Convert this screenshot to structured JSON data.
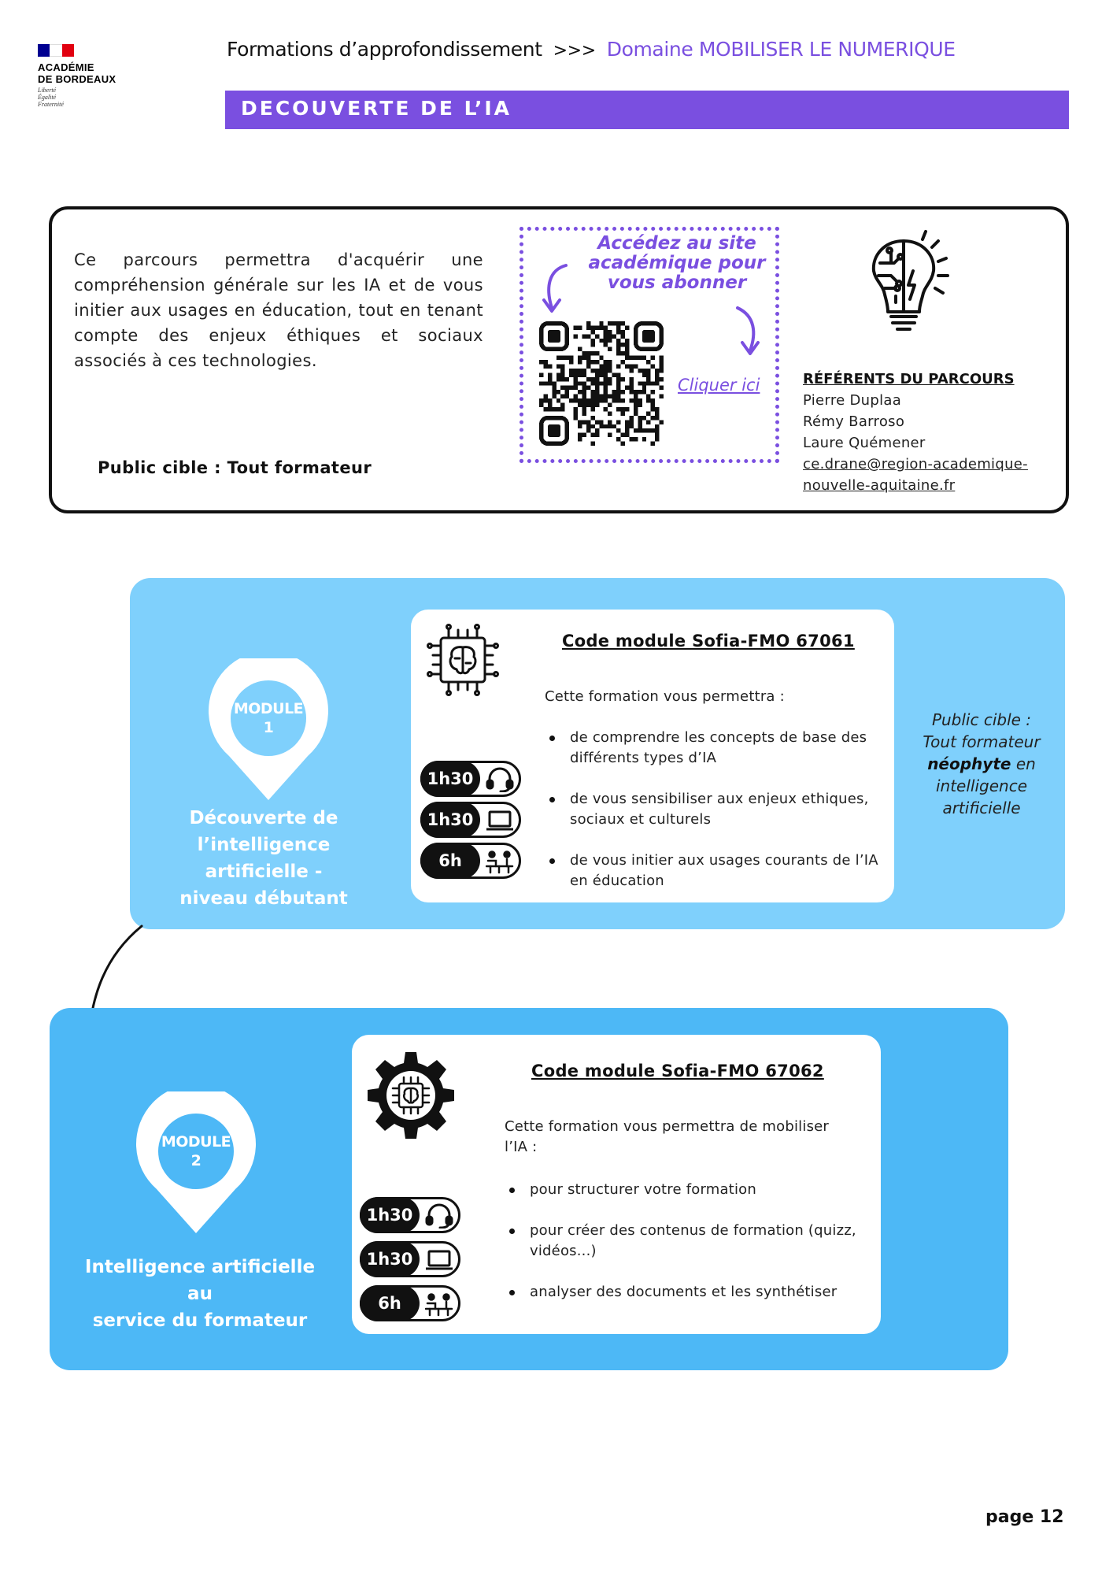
{
  "header": {
    "flag_colors": [
      "#000091",
      "#ffffff",
      "#e1000f"
    ],
    "logo_line1": "ACADÉMIE",
    "logo_line2": "DE BORDEAUX",
    "motto": [
      "Liberté",
      "Égalité",
      "Fraternité"
    ],
    "breadcrumb_part1": "Formations d’approfondissement",
    "breadcrumb_sep": ">>>",
    "breadcrumb_part2": "Domaine MOBILISER LE NUMERIQUE",
    "banner_title": "DECOUVERTE DE L’IA"
  },
  "intro": {
    "description": "Ce parcours permettra d'acquérir une compréhension générale sur les IA et de vous initier aux usages en éducation, tout en tenant compte des enjeux éthiques et sociaux associés à ces technologies.",
    "public_cible": "Public cible : Tout formateur",
    "qr_cta": "Accédez au site académique pour vous abonner",
    "qr_link": "Cliquer ici",
    "referents_title": "RÉFÉRENTS DU PARCOURS",
    "referents": [
      "Pierre Duplaa",
      "Rémy Barroso",
      "Laure Quémener"
    ],
    "email_line1": "ce.drane@region-academique-",
    "email_line2": "nouvelle-aquitaine.fr"
  },
  "modules": [
    {
      "pin_label_1": "MODULE",
      "pin_label_2": "1",
      "title_1": "Découverte de",
      "title_2": "l’intelligence artificielle -",
      "title_3": "niveau débutant",
      "code": "Code module Sofia-FMO 67061",
      "lead": "Cette formation vous permettra :",
      "items": [
        "de comprendre les concepts de base des différents types d’IA",
        "de vous sensibiliser aux enjeux ethiques, sociaux et culturels",
        "de vous initier aux usages courants de l’IA en éducation"
      ],
      "durations": [
        "1h30",
        "1h30",
        "6h"
      ],
      "side_1": "Public cible :",
      "side_2": "Tout formateur",
      "side_bold": "néophyte",
      "side_3": "en",
      "side_4": "intelligence",
      "side_5": "artificielle"
    },
    {
      "pin_label_1": "MODULE",
      "pin_label_2": "2",
      "title_1": "Intelligence artificielle au",
      "title_2": "service du formateur",
      "code": "Code module Sofia-FMO 67062",
      "lead": "Cette formation vous permettra de mobiliser l’IA :",
      "items": [
        "pour structurer votre formation",
        "pour créer des contenus  de formation (quizz, vidéos...)",
        "analyser des documents et les synthétiser"
      ],
      "durations": [
        "1h30",
        "1h30",
        "6h"
      ]
    }
  ],
  "duration_icons": [
    "headset-icon",
    "laptop-icon",
    "presential-training-icon"
  ],
  "colors": {
    "accent": "#7a4fe0",
    "module1_bg": "#7fd0fc",
    "module2_bg": "#4db8f6"
  },
  "page_number": "page 12"
}
